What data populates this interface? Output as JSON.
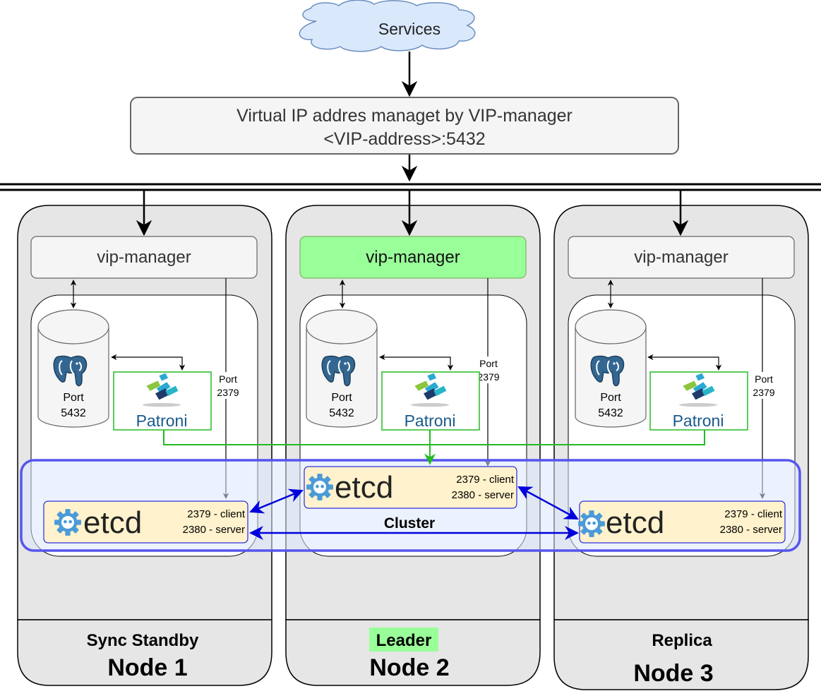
{
  "services": {
    "label": "Services"
  },
  "vip": {
    "line1": "Virtual IP addres managet by VIP-manager",
    "line2": "<VIP-address>:5432"
  },
  "cluster": {
    "label": "Cluster"
  },
  "nodes": [
    {
      "role": "Sync Standby",
      "name": "Node 1",
      "vip_manager": "vip-manager",
      "port_label": "Port",
      "port_value": "5432",
      "etcd_port_label": "Port",
      "etcd_port_value": "2379",
      "patroni_label": "Patroni",
      "etcd_label": "etcd",
      "etcd_client": "2379 - client",
      "etcd_server": "2380 - server"
    },
    {
      "role": "Leader",
      "name": "Node 2",
      "vip_manager": "vip-manager",
      "port_label": "Port",
      "port_value": "5432",
      "etcd_port_label": "Port",
      "etcd_port_value": "2379",
      "patroni_label": "Patroni",
      "etcd_label": "etcd",
      "etcd_client": "2379 - client",
      "etcd_server": "2380 - server"
    },
    {
      "role": "Replica",
      "name": "Node 3",
      "vip_manager": "vip-manager",
      "port_label": "Port",
      "port_value": "5432",
      "etcd_port_label": "Port",
      "etcd_port_value": "2379",
      "patroni_label": "Patroni",
      "etcd_label": "etcd",
      "etcd_client": "2379 - client",
      "etcd_server": "2380 - server"
    }
  ],
  "colors": {
    "leader_highlight": "#99ff99",
    "vip_manager_leader": "#99ff99",
    "cluster_border": "#5555ee",
    "patroni_green": "#22bb22",
    "etcd_blue": "#0000dd",
    "etcd_fill": "#fff2cc"
  }
}
